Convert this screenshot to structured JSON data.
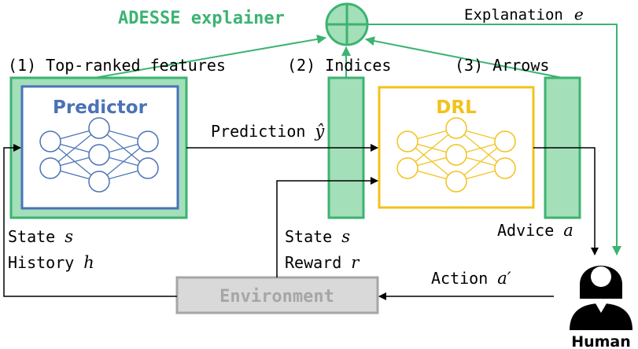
{
  "title": "ADESSE explainer",
  "steps": {
    "features": "(1) Top-ranked features",
    "indices": "(2) Indices",
    "arrows": "(3) Arrows"
  },
  "blocks": {
    "predictor": "Predictor",
    "drl": "DRL",
    "environment": "Environment",
    "human": "Human"
  },
  "flows": {
    "prediction": "Prediction",
    "prediction_symbol": "ŷ",
    "explanation": "Explanation",
    "explanation_symbol": "e",
    "advice": "Advice",
    "advice_symbol": "a",
    "state_left": "State",
    "state_left_symbol": "s",
    "history": "History",
    "history_symbol": "h",
    "state_mid": "State",
    "state_mid_symbol": "s",
    "reward": "Reward",
    "reward_symbol": "r",
    "action": "Action",
    "action_symbol": "a′"
  },
  "colors": {
    "green": "#3cb371",
    "green_fill": "#a3dfb9",
    "blue": "#4a72b8",
    "gold": "#f2c21b",
    "gray": "#a6a6a6",
    "gray_fill": "#d9d9d9",
    "black": "#000000"
  }
}
